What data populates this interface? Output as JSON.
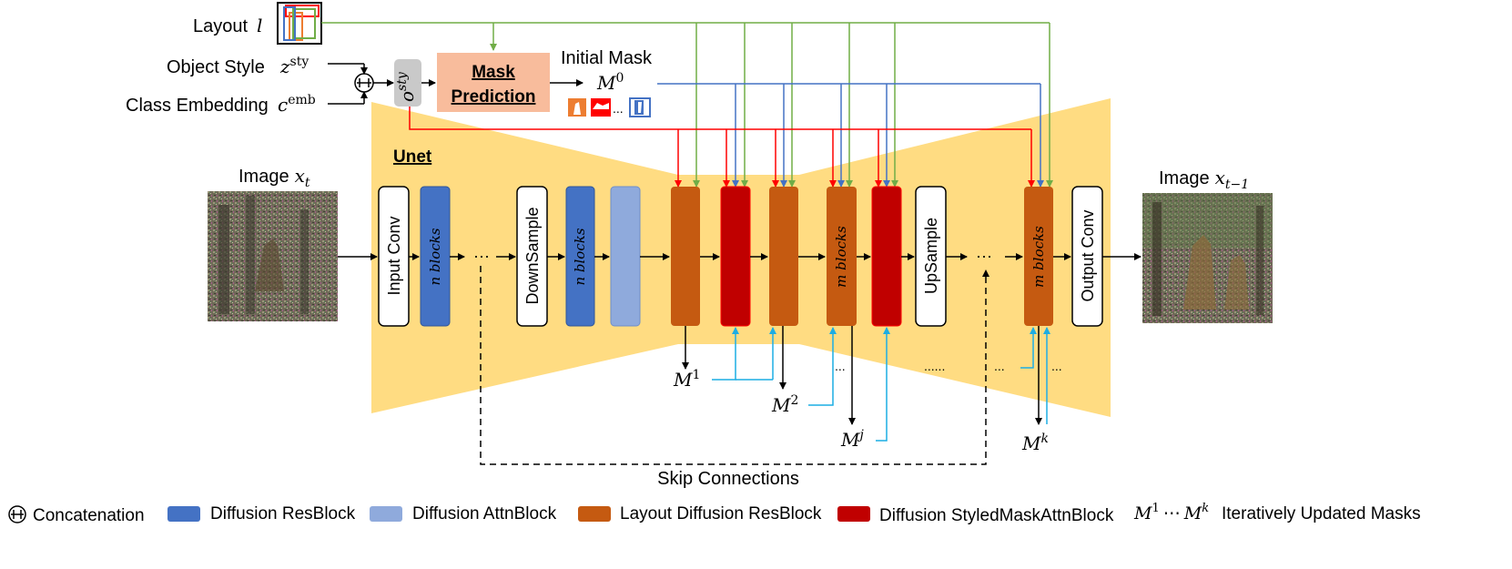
{
  "inputs": {
    "layout": {
      "label": "Layout",
      "symbol": "l"
    },
    "object_style": {
      "label": "Object Style",
      "symbol": "z",
      "sup": "sty"
    },
    "class_embedding": {
      "label": "Class Embedding",
      "symbol": "c",
      "sup": "emb"
    },
    "concat_symbol": "⧺",
    "style_token": {
      "symbol": "o",
      "sup": "sty"
    }
  },
  "mask_prediction": {
    "line1": "Mask",
    "line2": "Prediction"
  },
  "initial_mask": {
    "label": "Initial Mask",
    "symbol": "M",
    "sup": "0",
    "ellipsis": "..."
  },
  "unet": {
    "title": "Unet"
  },
  "image_in": {
    "label": "Image",
    "symbol": "x",
    "sub": "t"
  },
  "image_out": {
    "label": "Image",
    "symbol": "x",
    "sub": "t−1"
  },
  "blocks": {
    "input_conv": "Input Conv",
    "n_blocks_1": "n blocks",
    "ellipsis_left": "···",
    "downsample": "DownSample",
    "n_blocks_2": "n blocks",
    "m_blocks_1": "m blocks",
    "upsample": "UpSample",
    "ellipsis_right": "···",
    "m_blocks_2": "m blocks",
    "output_conv": "Output Conv"
  },
  "masks": {
    "m1": {
      "symbol": "M",
      "sup": "1"
    },
    "m2": {
      "symbol": "M",
      "sup": "2"
    },
    "mj": {
      "symbol": "M",
      "sup": "j"
    },
    "mk": {
      "symbol": "M",
      "sup": "k"
    },
    "dots_short": "...",
    "dots_long": "......"
  },
  "skip_connections": "Skip Connections",
  "legend": {
    "concatenation": {
      "symbol": "⧺",
      "label": "Concatenation"
    },
    "diffusion_resblock": {
      "label": "Diffusion ResBlock",
      "color": "#4472C4"
    },
    "diffusion_attnblock": {
      "label": "Diffusion AttnBlock",
      "color": "#8FAADC"
    },
    "layout_resblock": {
      "label": "Layout Diffusion ResBlock",
      "color": "#C55A11"
    },
    "styled_mask_attn": {
      "label": "Diffusion StyledMaskAttnBlock",
      "color": "#C00000"
    },
    "iterative_masks": {
      "m_first": "1",
      "cdots": "⋯",
      "m_last": "k",
      "symbol": "M",
      "label": "Iteratively Updated Masks"
    }
  },
  "colors": {
    "trapezoid": "#FFDC82",
    "mask_prediction_fill": "#F8BC9C",
    "layout_arrow": "#70AD47",
    "style_arrow": "#FF0000",
    "mask_arrow": "#4472C4",
    "iter_mask_arrow": "#1CADE4"
  }
}
